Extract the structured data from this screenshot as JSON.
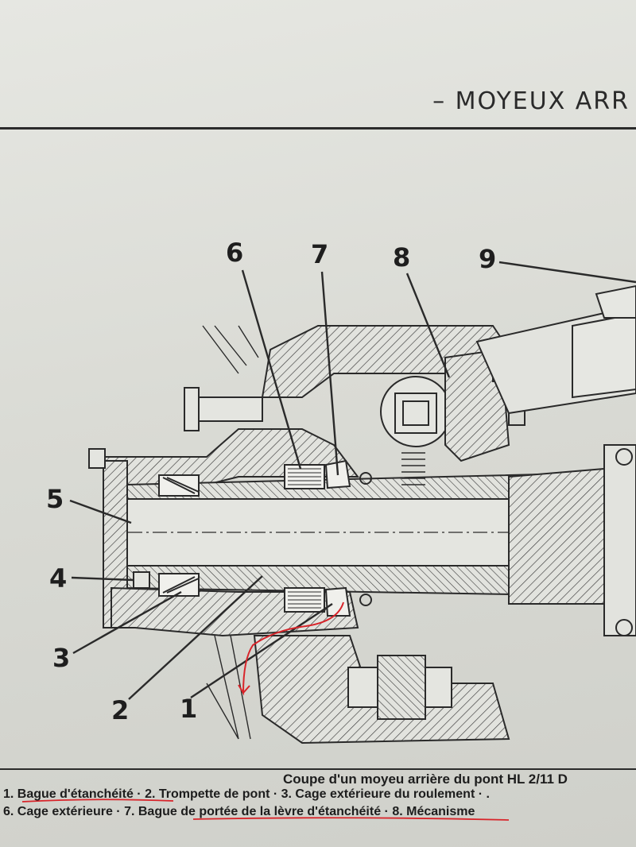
{
  "header": {
    "title": "– MOYEUX ARR"
  },
  "callouts": [
    "1",
    "2",
    "3",
    "4",
    "5",
    "6",
    "7",
    "8",
    "9"
  ],
  "caption": {
    "title": "Coupe d'un moyeu arrière du pont HL 2/11 D",
    "line1": "1. Bague d'étanchéité · 2. Trompette de pont · 3. Cage extérieure du roulement · .",
    "line2": "6. Cage extérieure · 7. Bague de portée de la lèvre d'étanchéité · 8. Mécanisme"
  },
  "colors": {
    "ink": "#2a2a2a",
    "paper": "#dfe0db",
    "annotation": "#d8242a"
  }
}
